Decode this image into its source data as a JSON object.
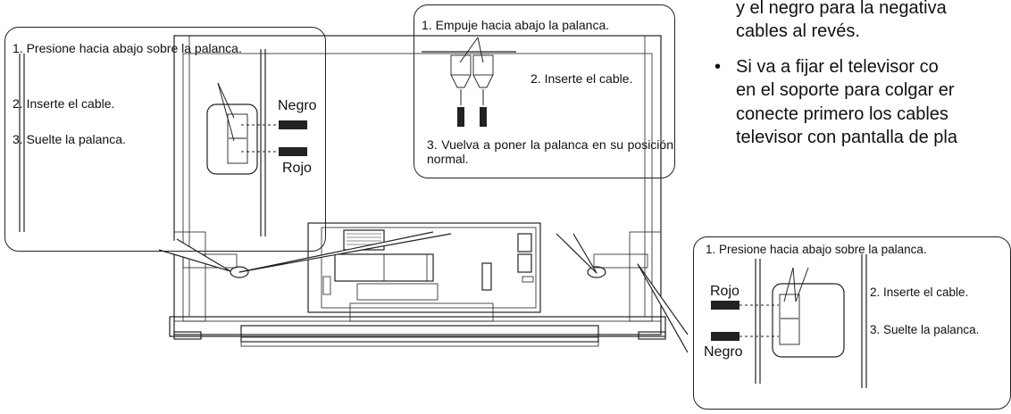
{
  "body_text": {
    "line1": "y el negro para la negativa",
    "line2": "cables al revés.",
    "bullet": "•",
    "line3": "Si va a fijar el televisor co",
    "line4": "en el soporte para colgar er",
    "line5": "conecte primero los cables",
    "line6": "televisor con pantalla de pla"
  },
  "callout_left": {
    "step1": "1. Presione hacia abajo sobre la palanca.",
    "step2": "2. Inserte el cable.",
    "step3": "3. Suelte la palanca.",
    "label_black": "Negro",
    "label_red": "Rojo"
  },
  "callout_middle": {
    "step1": "1. Empuje hacia abajo la palanca.",
    "step2": "2. Inserte el cable.",
    "step3": "3. Vuelva a poner la palanca en su posición normal."
  },
  "callout_right": {
    "step1": "1. Presione hacia abajo sobre la palanca.",
    "step2": "2. Inserte el cable.",
    "step3": "3. Suelte la palanca.",
    "label_red": "Rojo",
    "label_black": "Negro"
  }
}
